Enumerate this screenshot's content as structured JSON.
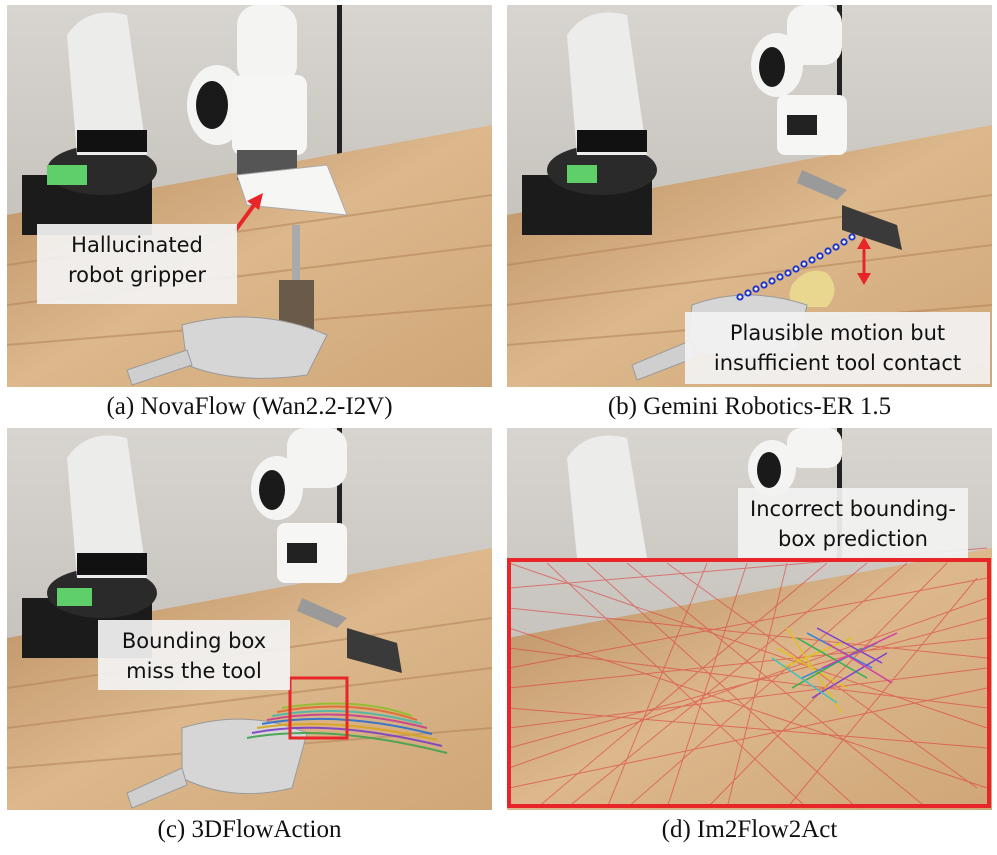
{
  "panels": [
    {
      "id": "a",
      "caption": "(a) NovaFlow (Wan2.2-I2V)",
      "callout": "Hallucinated\nrobot gripper"
    },
    {
      "id": "b",
      "caption": "(b) Gemini Robotics-ER 1.5",
      "callout": "Plausible motion but\ninsufficient tool contact"
    },
    {
      "id": "c",
      "caption": "(c) 3DFlowAction",
      "callout": "Bounding box\nmiss the tool"
    },
    {
      "id": "d",
      "caption": "(d) Im2Flow2Act",
      "callout": "Incorrect bounding-\nbox prediction"
    }
  ],
  "colors": {
    "annotation_red": "#e8262a",
    "trajectory_blue": "#1f35c9",
    "wood": "#d9b283",
    "wall": "#c9c6c2"
  }
}
